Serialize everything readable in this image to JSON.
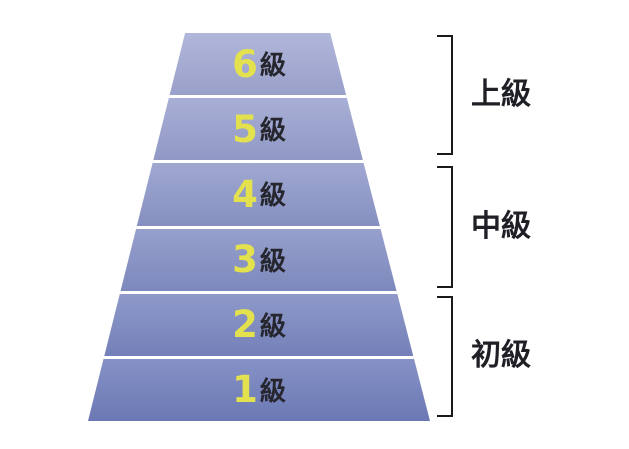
{
  "diagram": {
    "type": "level-pyramid",
    "description": "Six-tier trapezoid pyramid of grade levels with right-side group brackets"
  },
  "pyramid": {
    "levels": [
      {
        "number": "6",
        "unit": "級"
      },
      {
        "number": "5",
        "unit": "級"
      },
      {
        "number": "4",
        "unit": "級"
      },
      {
        "number": "3",
        "unit": "級"
      },
      {
        "number": "2",
        "unit": "級"
      },
      {
        "number": "1",
        "unit": "級"
      }
    ]
  },
  "groups": [
    {
      "label": "上級",
      "spans_levels": [
        "6級",
        "5級"
      ]
    },
    {
      "label": "中級",
      "spans_levels": [
        "4級",
        "3級"
      ]
    },
    {
      "label": "初級",
      "spans_levels": [
        "2級",
        "1級"
      ]
    }
  ],
  "colors": {
    "gradient_top": "#a8aed6",
    "gradient_bottom": "#6f7dbb",
    "separator": "#ffffff",
    "number_yellow": "#e3e14e",
    "text_dark": "#26262e",
    "bracket_line": "#1a1a1a"
  }
}
